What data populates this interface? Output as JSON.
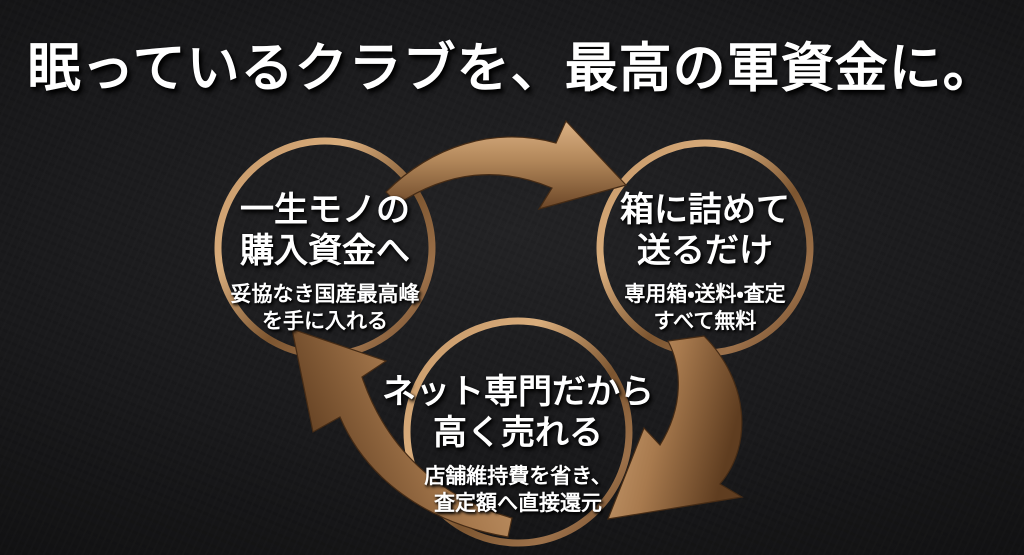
{
  "title": "眠っているクラブを、最高の軍資金に。",
  "colors": {
    "background": "#131314",
    "copper_light": "#d4a876",
    "copper_mid": "#a97a4e",
    "copper_dark": "#6b4627",
    "text": "#ffffff"
  },
  "cycle": {
    "steps": [
      {
        "id": "purchase-funds",
        "title_line1": "一生モノの",
        "title_line2": "購入資金へ",
        "subtitle_line1": "妥協なき国産最高峰",
        "subtitle_line2": "を手に入れる"
      },
      {
        "id": "pack-and-send",
        "title_line1": "箱に詰めて",
        "title_line2": "送るだけ",
        "subtitle_line1": "専用箱・送料・査定",
        "subtitle_line2": "すべて無料"
      },
      {
        "id": "sell-high-online",
        "title_line1": "ネット専門だから",
        "title_line2": "高く売れる",
        "subtitle_line1": "店舗維持費を省き、",
        "subtitle_line2": "査定額へ直接還元"
      }
    ],
    "icons": [
      "arrow-right-icon",
      "arrow-down-left-icon",
      "arrow-up-left-icon"
    ]
  }
}
